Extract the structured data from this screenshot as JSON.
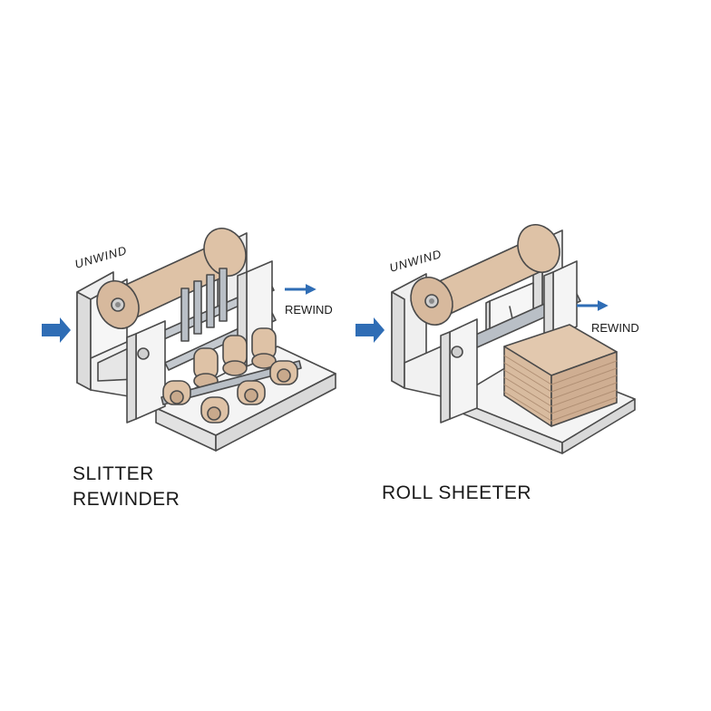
{
  "colors": {
    "paper_roll": "#dec2a6",
    "paper_edge": "#c4a286",
    "frame": "#f2f2f2",
    "outline": "#4a4a4a",
    "arrow": "#2f6db5",
    "steel": "#b9bfc6"
  },
  "icons": [
    "in-arrow-icon",
    "out-arrow-icon"
  ],
  "slitter": {
    "unwind_label": "UNWIND",
    "rewind_label": "REWIND",
    "title_line1": "SLITTER",
    "title_line2": "REWINDER"
  },
  "sheeter": {
    "unwind_label": "UNWIND",
    "rewind_label": "REWIND",
    "title": "ROLL SHEETER"
  }
}
